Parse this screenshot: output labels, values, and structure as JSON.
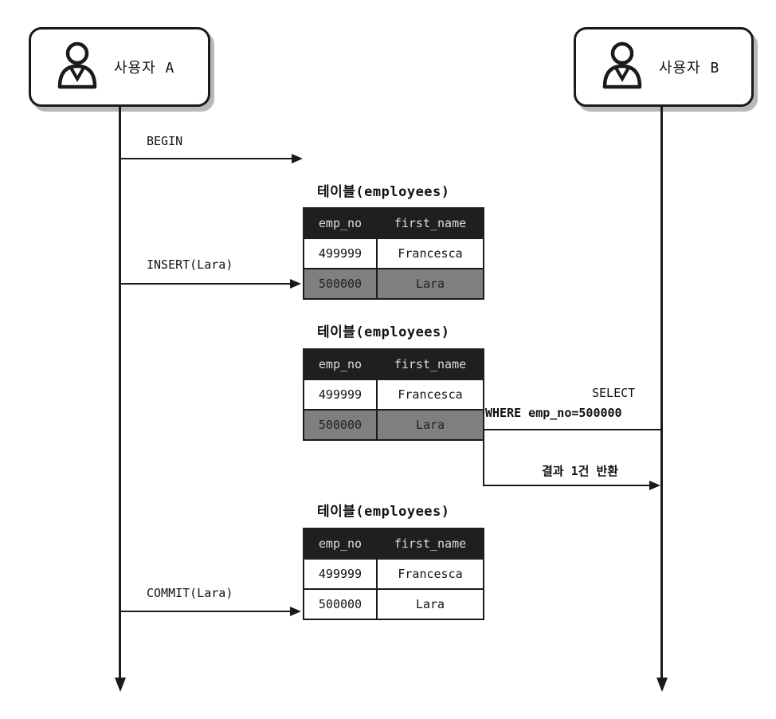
{
  "actors": {
    "a": {
      "label": "사용자 A"
    },
    "b": {
      "label": "사용자 B"
    }
  },
  "messages": {
    "begin": "BEGIN",
    "insert": "INSERT(Lara)",
    "commit": "COMMIT(Lara)",
    "select_line1": "SELECT",
    "select_line2": "WHERE emp_no=500000",
    "result": "결과 1건 반환"
  },
  "tables": [
    {
      "caption": "테이블(employees)",
      "headers": [
        "emp_no",
        "first_name"
      ],
      "rows": [
        {
          "emp_no": "499999",
          "first_name": "Francesca",
          "highlighted": false
        },
        {
          "emp_no": "500000",
          "first_name": "Lara",
          "highlighted": true
        }
      ]
    },
    {
      "caption": "테이블(employees)",
      "headers": [
        "emp_no",
        "first_name"
      ],
      "rows": [
        {
          "emp_no": "499999",
          "first_name": "Francesca",
          "highlighted": false
        },
        {
          "emp_no": "500000",
          "first_name": "Lara",
          "highlighted": true
        }
      ]
    },
    {
      "caption": "테이블(employees)",
      "headers": [
        "emp_no",
        "first_name"
      ],
      "rows": [
        {
          "emp_no": "499999",
          "first_name": "Francesca",
          "highlighted": false
        },
        {
          "emp_no": "500000",
          "first_name": "Lara",
          "highlighted": false
        }
      ]
    }
  ],
  "colors": {
    "header_bg": "#1f1f1f",
    "highlight_row_bg": "#7f7f7f",
    "line": "#1a1a1a"
  },
  "icons": [
    "user-icon"
  ]
}
